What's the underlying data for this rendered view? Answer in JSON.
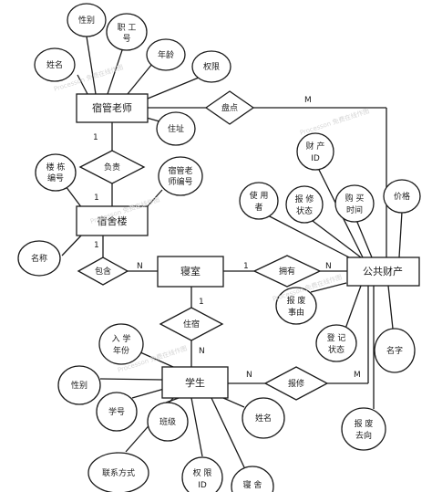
{
  "entities": {
    "teacher": "宿管老师",
    "building": "宿舍楼",
    "room": "寝室",
    "asset": "公共财产",
    "student": "学生"
  },
  "relationships": {
    "inventory": "盘点",
    "responsible": "负责",
    "contain": "包含",
    "own": "拥有",
    "live": "住宿",
    "report": "报修"
  },
  "attributes": {
    "teacher_gender": "性别",
    "teacher_staffno": [
      "职 工",
      "号"
    ],
    "teacher_age": "年龄",
    "teacher_name": "姓名",
    "teacher_perm": "权限",
    "teacher_addr": "住址",
    "building_no": [
      "楼 栋",
      "编号"
    ],
    "building_mgr": [
      "宿管老",
      "师编号"
    ],
    "building_name": "名称",
    "asset_id": [
      "财 产",
      "ID"
    ],
    "asset_status": [
      "使 用",
      "者"
    ],
    "asset_repair_status": [
      "报 修",
      "状态"
    ],
    "asset_buy_time": [
      "购 买",
      "时间"
    ],
    "asset_price": "价格",
    "asset_damage_reason": [
      "报 废",
      "事由"
    ],
    "asset_register": [
      "登 记",
      "状态"
    ],
    "asset_name": "名字",
    "asset_repair_dest": [
      "报 废",
      "去向"
    ],
    "student_year": [
      "入 学",
      "年份"
    ],
    "student_gender": "性别",
    "student_no": "学号",
    "student_class": "班级",
    "student_name": "姓名",
    "student_contact": "联系方式",
    "student_perm": [
      "权 限",
      "ID"
    ],
    "student_dorm": "寝 舍"
  },
  "cardinalities": {
    "teacher_inv": "M",
    "teacher_resp": "1",
    "building_resp": "1",
    "building_contain": "1",
    "room_contain": "N",
    "room_own": "1",
    "asset_own": "N",
    "room_live": "1",
    "student_live": "N",
    "student_report": "N",
    "asset_report": "M"
  },
  "watermark": "Processon 免费在线作图"
}
